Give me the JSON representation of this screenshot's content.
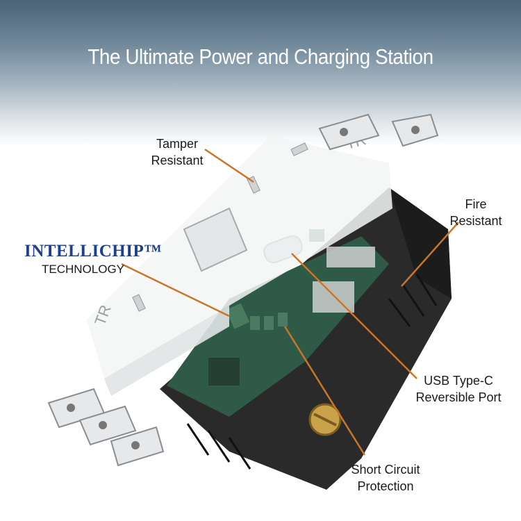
{
  "header": {
    "title": "The Ultimate Power and Charging Station"
  },
  "callouts": {
    "tamper": [
      "Tamper",
      "Resistant"
    ],
    "fire": [
      "Fire",
      "Resistant"
    ],
    "intellichip_brand": "INTELLICHIP™",
    "intellichip_sub": "TECHNOLOGY",
    "usbc": [
      "USB Type-C",
      "Reversible Port"
    ],
    "short": [
      "Short Circuit",
      "Protection"
    ]
  },
  "product": {
    "face_mark_top": "TR",
    "face_mark_bottom": "TR"
  },
  "colors": {
    "accent_line": "#c8762a",
    "brand_blue": "#1d3f8c",
    "housing": "#2b2b2b",
    "pcb": "#2f5a48"
  }
}
